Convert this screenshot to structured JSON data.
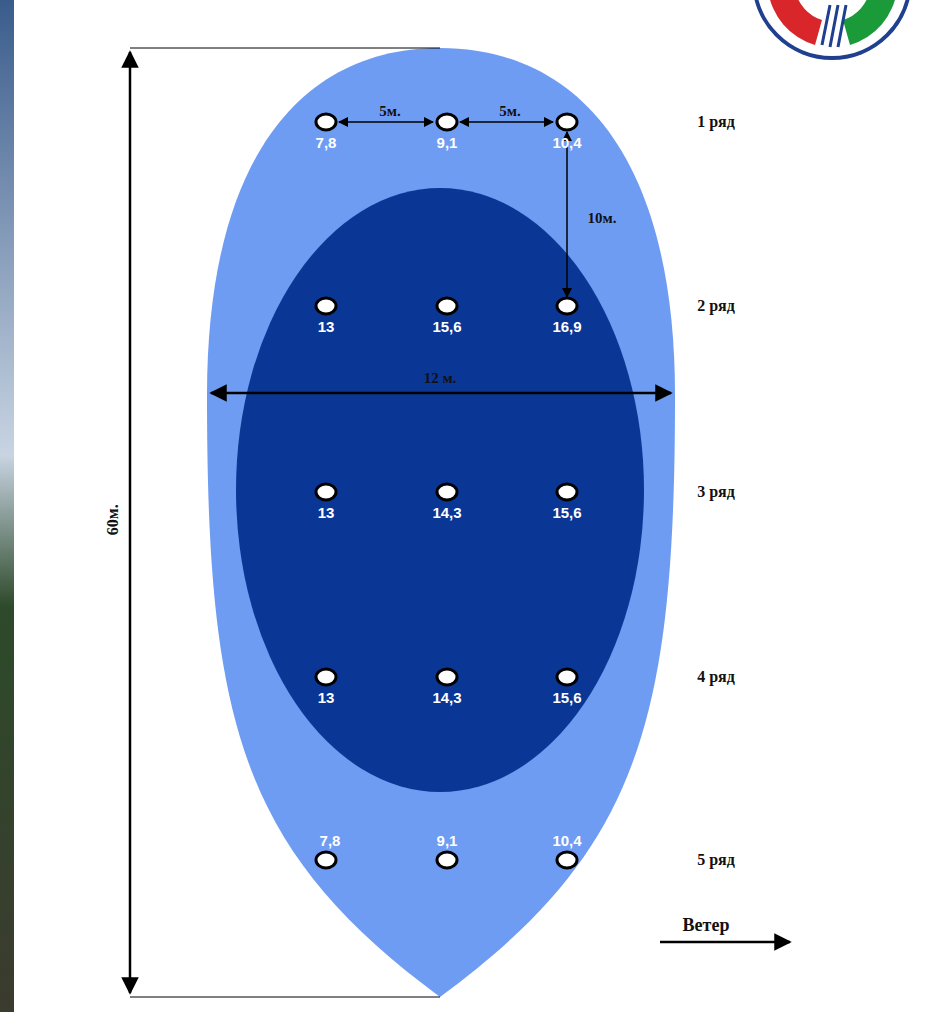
{
  "diagram": {
    "labels": [
      "5м.",
      "5м.",
      "10м.",
      "60м.",
      "12 м.",
      "1 ряд",
      "7,8",
      "9,1",
      "10,4",
      "2 ряд",
      "13",
      "15,6",
      "16,9",
      "3 ряд",
      "13",
      "14,3",
      "15,6",
      "4 ряд",
      "13",
      "14,3",
      "15,6",
      "5 ряд",
      "7,8",
      "9,1",
      "10,4",
      "Ветер"
    ]
  }
}
